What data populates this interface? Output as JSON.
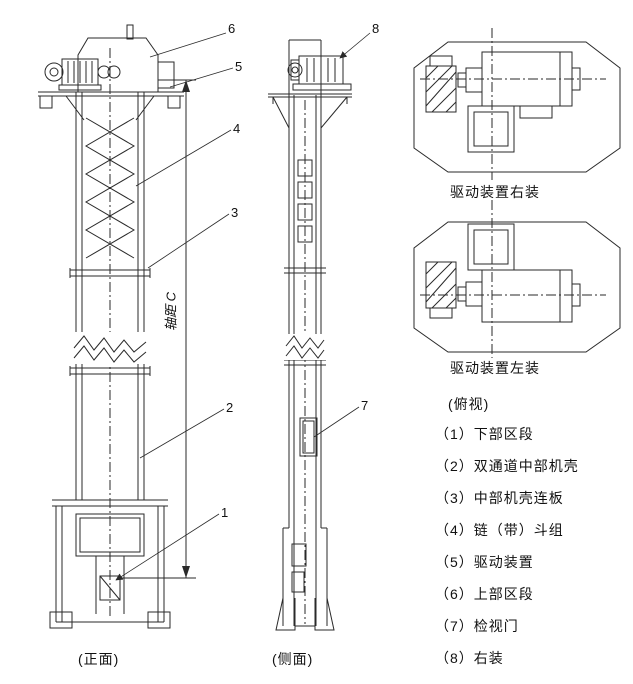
{
  "callouts": {
    "n1": "1",
    "n2": "2",
    "n3": "3",
    "n4": "4",
    "n5": "5",
    "n6": "6",
    "n7": "7",
    "n8": "8"
  },
  "views": {
    "front": "(正面)",
    "side": "(侧面)",
    "top": "(俯视)"
  },
  "drive": {
    "right": "驱动装置右装",
    "left": "驱动装置左装"
  },
  "dimension": {
    "axis": "轴距 C"
  },
  "legend": {
    "items": [
      "（1）下部区段",
      "（2）双通道中部机壳",
      "（3）中部机壳连板",
      "（4）链（带）斗组",
      "（5）驱动装置",
      "（6）上部区段",
      "（7）检视门",
      "（8）右装"
    ]
  }
}
